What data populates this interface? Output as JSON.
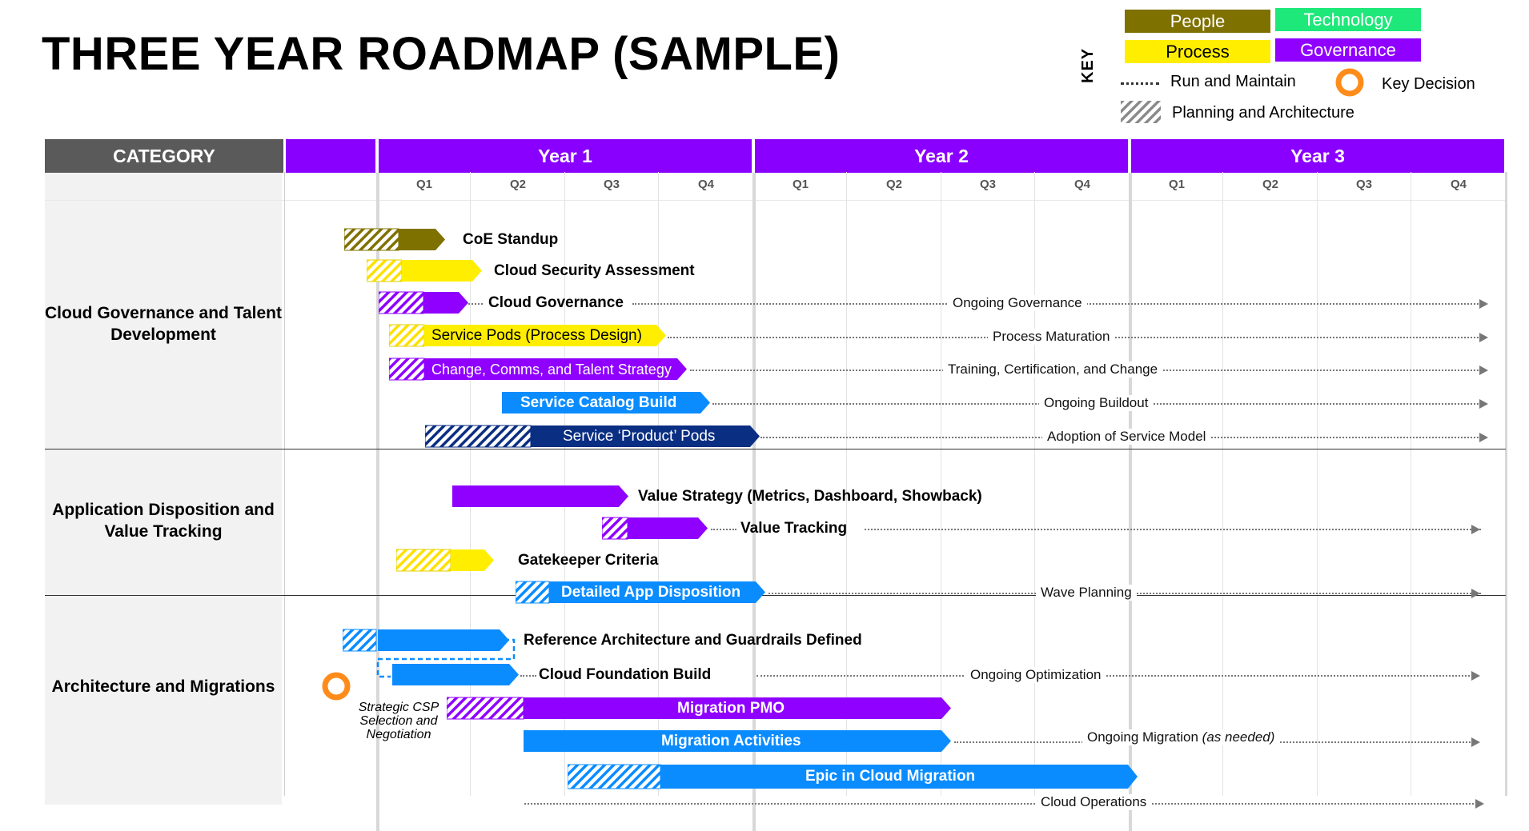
{
  "title": "THREE YEAR ROADMAP (SAMPLE)",
  "key": {
    "label": "KEY",
    "people": "People",
    "technology": "Technology",
    "process": "Process",
    "governance": "Governance",
    "run_maintain": "Run and Maintain",
    "key_decision": "Key Decision",
    "planning": "Planning and Architecture"
  },
  "colors": {
    "people": "#7f7100",
    "technology": "#1ee87a",
    "process": "#ffee00",
    "governance": "#8f00ff",
    "header": "#8a00ff",
    "category_header": "#5a5a5a",
    "tech_blue": "#0a8cff",
    "navy": "#0a2e82",
    "decision": "#ff8c1a"
  },
  "header": {
    "category": "CATEGORY",
    "years": [
      "Year 1",
      "Year 2",
      "Year 3"
    ],
    "quarters": [
      "Q1",
      "Q2",
      "Q3",
      "Q4"
    ]
  },
  "categories": [
    "Cloud Governance and Talent Development",
    "Application Disposition and Value Tracking",
    "Architecture and Migrations"
  ],
  "tasks": {
    "coe": "CoE Standup",
    "security": "Cloud Security Assessment",
    "cloud_gov": "Cloud Governance",
    "ongoing_gov": "Ongoing Governance",
    "service_pods": "Service Pods (Process Design)",
    "process_mat": "Process Maturation",
    "change": "Change, Comms, and Talent Strategy",
    "training": "Training, Certification, and Change",
    "catalog": "Service Catalog Build",
    "buildout": "Ongoing Buildout",
    "product_pods": "Service ‘Product’ Pods",
    "adoption": "Adoption of Service Model",
    "value_strategy": "Value Strategy (Metrics, Dashboard, Showback)",
    "value_tracking": "Value Tracking",
    "gatekeeper": "Gatekeeper Criteria",
    "app_disp": "Detailed App Disposition",
    "wave": "Wave Planning",
    "ref_arch": "Reference Architecture and Guardrails Defined",
    "foundation": "Cloud Foundation Build",
    "optimization": "Ongoing Optimization",
    "csp1": "Strategic CSP",
    "csp2": "Selection and",
    "csp3": "Negotiation",
    "pmo": "Migration PMO",
    "activities": "Migration Activities",
    "ongoing_mig": "Ongoing Migration",
    "as_needed": "(as needed)",
    "epic": "Epic in Cloud Migration",
    "cloud_ops": "Cloud Operations"
  }
}
